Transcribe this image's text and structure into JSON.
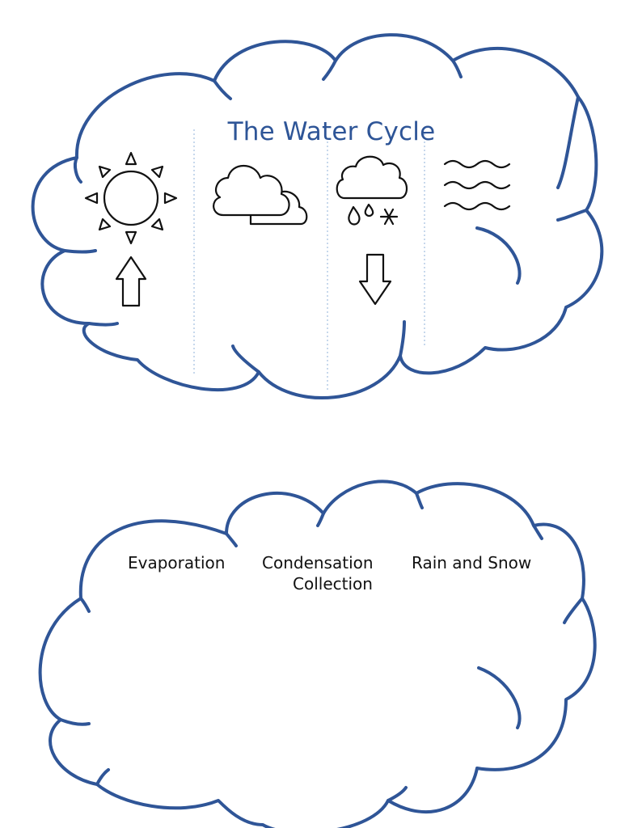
{
  "title": "The Water Cycle",
  "stages": {
    "evaporation": "Evaporation",
    "condensation": "Condensation",
    "collection": "Collection",
    "rain_and_snow": "Rain and Snow"
  },
  "icons": [
    "sun-icon",
    "clouds-icon",
    "rain-snow-icon",
    "waves-icon",
    "up-arrow-icon",
    "down-arrow-icon"
  ],
  "colors": {
    "cloud_outline": "#2f5597",
    "title": "#2e5597"
  }
}
